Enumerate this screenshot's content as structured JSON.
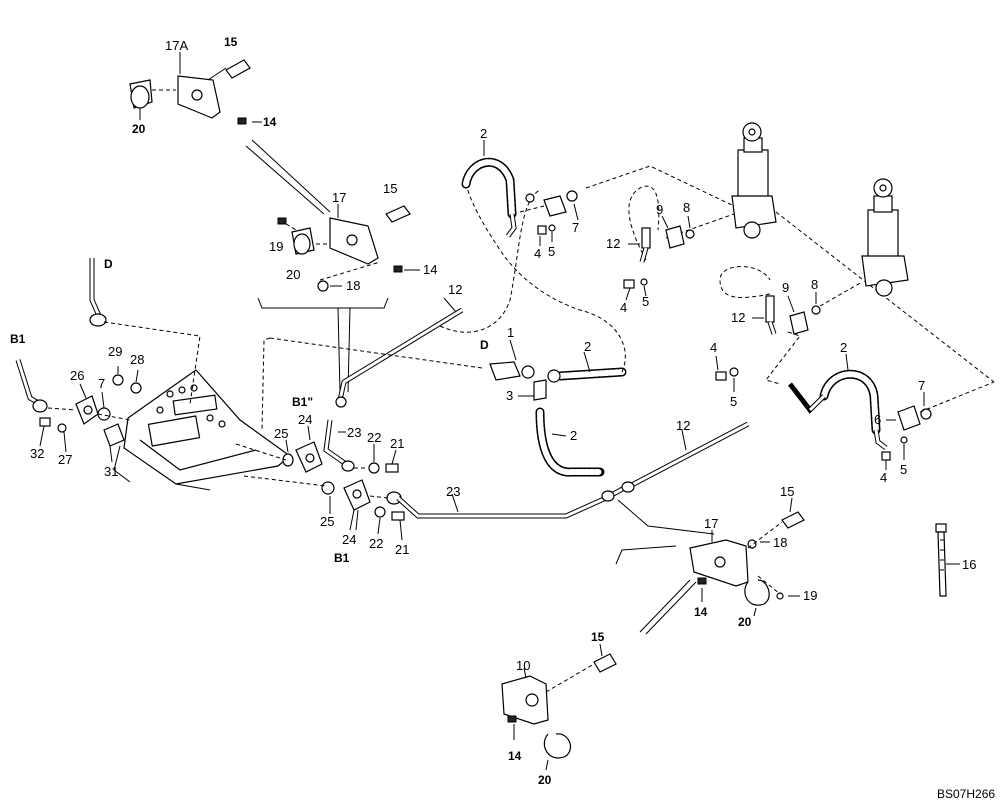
{
  "diagram": {
    "code": "BS07H266",
    "callouts": {
      "c1": "1",
      "c2": "2",
      "c3": "3",
      "c4": "4",
      "c5": "5",
      "c6": "6",
      "c7": "7",
      "c8": "8",
      "c9": "9",
      "c10": "10",
      "c12": "12",
      "c14": "14",
      "c15": "15",
      "c16": "16",
      "c17": "17",
      "c17a": "17A",
      "c18": "18",
      "c19": "19",
      "c20": "20",
      "c21": "21",
      "c22": "22",
      "c23": "23",
      "c24": "24",
      "c25": "25",
      "c26": "26",
      "c27": "27",
      "c28": "28",
      "c29": "29",
      "c31": "31",
      "c32": "32",
      "b1": "B1",
      "b1pp": "B1\"",
      "d": "D"
    }
  }
}
